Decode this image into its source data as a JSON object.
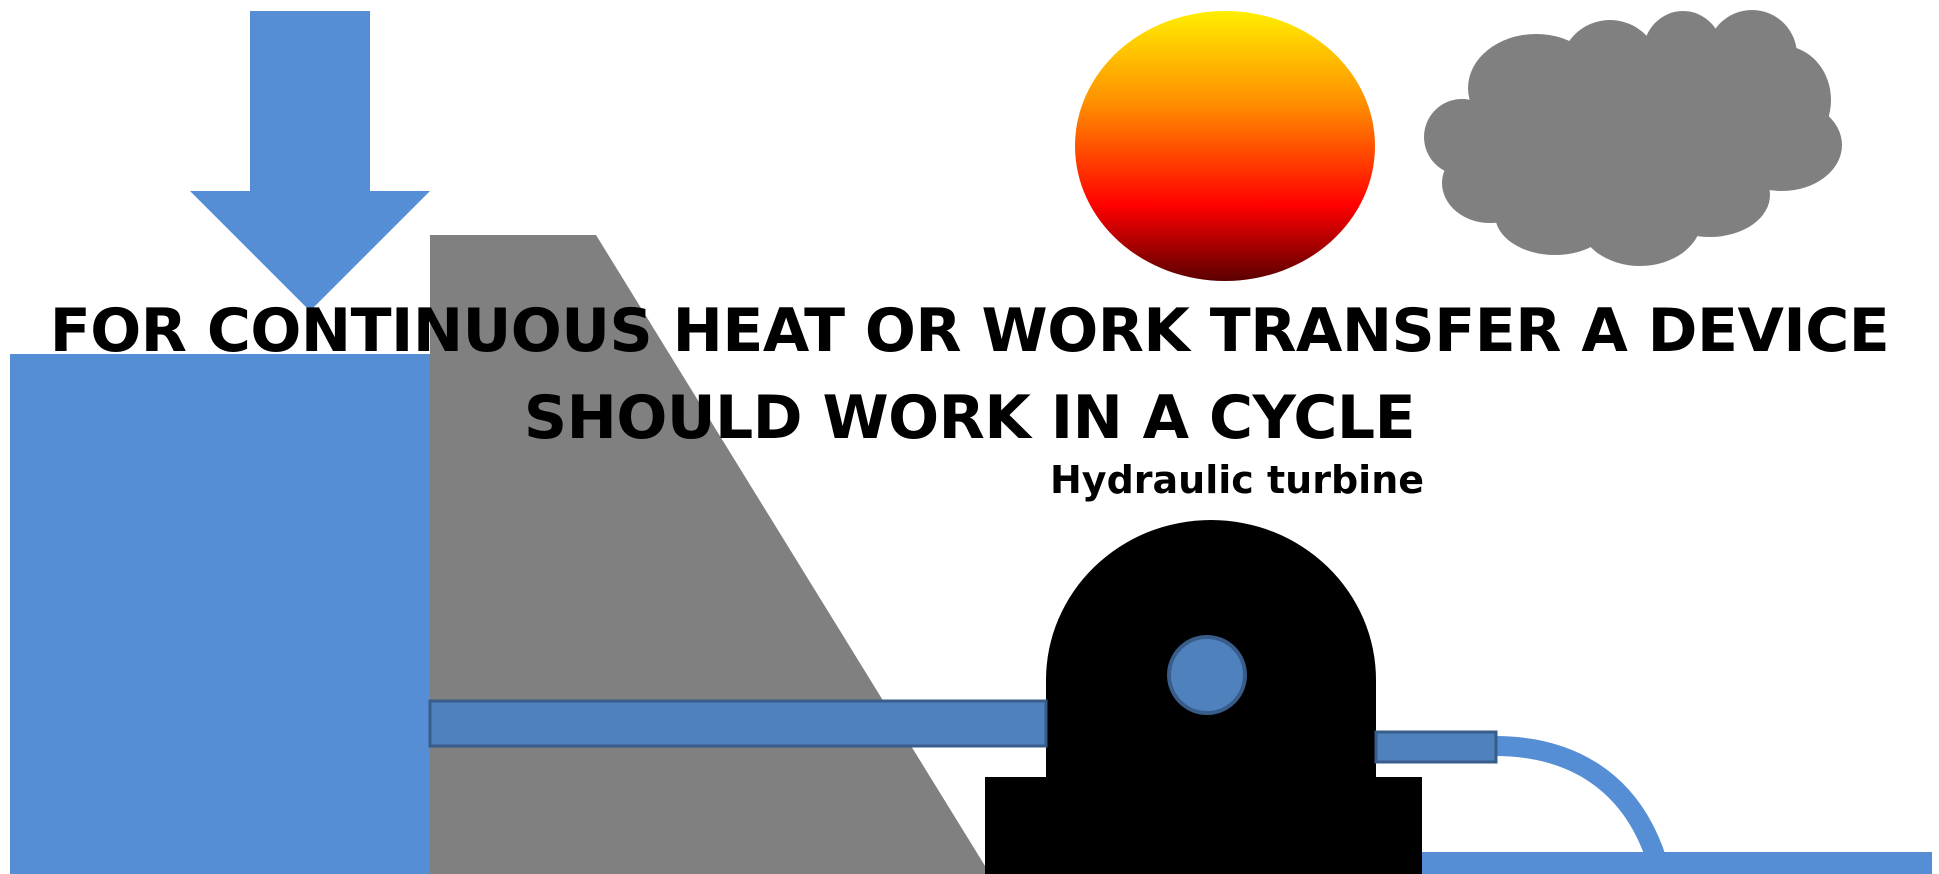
{
  "headline": {
    "line_1": "FOR CONTINUOUS HEAT OR WORK TRANSFER A DEVICE",
    "line_2": "SHOULD WORK IN A CYCLE"
  },
  "labels": {
    "turbine": "Hydraulic turbine"
  },
  "colors": {
    "water": "#558ed5",
    "pipe": "#4f81bd",
    "pipe_border": "#385d8a",
    "dam": "#808080",
    "cloud": "#808080",
    "turbine": "#000000",
    "sun_top": "#ffee00",
    "sun_mid": "#ff0000",
    "sun_bottom": "#5a0000"
  },
  "icons": {
    "rain": "down-arrow-icon",
    "sun": "sun-icon",
    "cloud": "cloud-icon"
  }
}
